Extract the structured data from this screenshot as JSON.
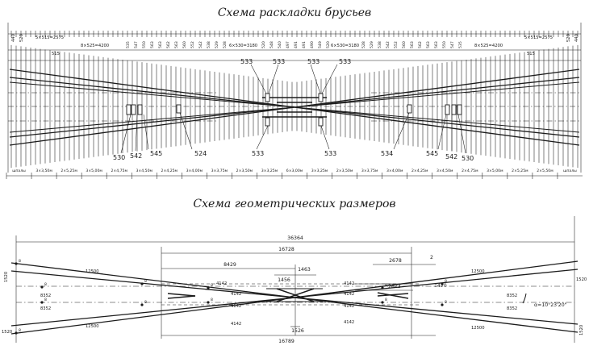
{
  "titles": {
    "top": "Схема раскладки брусьев",
    "bottom": "Схема геометрических размеров"
  },
  "top_diagram": {
    "left_end_marks": [
      "440",
      "529"
    ],
    "right_end_marks": [
      "529",
      "440"
    ],
    "group_dims_left": [
      "5×515=2575",
      "8×525=4200",
      "515"
    ],
    "group_dims_right": [
      "5×515=2575",
      "8×525=4200",
      "515"
    ],
    "center_dims": [
      "6×530=3180",
      "6×530=3180"
    ],
    "spacing_left": [
      "535",
      "547",
      "550",
      "563",
      "563",
      "562",
      "563",
      "560",
      "552",
      "542",
      "538",
      "529",
      "528"
    ],
    "spacing_center": [
      "520",
      "548",
      "540",
      "497",
      "491",
      "491",
      "490",
      "549",
      "520"
    ],
    "spacing_right": [
      "528",
      "529",
      "538",
      "542",
      "552",
      "560",
      "563",
      "562",
      "563",
      "563",
      "550",
      "547",
      "535"
    ],
    "part_labels_upper": [
      "533",
      "533",
      "533",
      "533"
    ],
    "part_labels_lower_left": [
      "530",
      "542",
      "545",
      "524",
      "533"
    ],
    "part_labels_lower_right": [
      "533",
      "534",
      "545",
      "542",
      "530"
    ],
    "tie_lengths": [
      "шпалы",
      "3×3,50м",
      "2×5,25м",
      "3×5,00м",
      "2×4,75м",
      "3×4,50м",
      "2×4,25м",
      "3×4,00м",
      "3×3,75м",
      "2×3,50м",
      "3×3,25м",
      "6×3,00м",
      "3×3,25м",
      "2×3,50м",
      "3×3,75м",
      "3×4,00м",
      "2×4,25м",
      "3×4,50м",
      "2×4,75м",
      "3×5,00м",
      "2×5,25м",
      "2×5,50м",
      "шпалы"
    ]
  },
  "bottom_diagram": {
    "overall": "36364",
    "span_upper": "16728",
    "span_lower": "16789",
    "left_part": "8429",
    "center_gap": "1463",
    "right_part": "2678",
    "two": "2",
    "mid_a": "1456",
    "mid_b": "2823",
    "mid_c": "1470",
    "center_bottom": "1526",
    "end_left_top": "1520",
    "end_left_bottom": "1520",
    "end_right_top": "1520",
    "end_right_bottom": "1520",
    "long_segments": [
      "12500",
      "12500",
      "12500",
      "12500"
    ],
    "inner_segments": [
      "4142",
      "4142",
      "4142",
      "4142",
      "4142",
      "4142",
      "4142",
      "4142"
    ],
    "small_left": [
      "8352",
      "8352"
    ],
    "small_right": [
      "8352",
      "8352"
    ],
    "angle": "α=10°23'20\"",
    "marker_labels": [
      "8",
      "8",
      "8",
      "8",
      "8",
      "8",
      "8",
      "8",
      "8",
      "8",
      "8",
      "8"
    ]
  }
}
